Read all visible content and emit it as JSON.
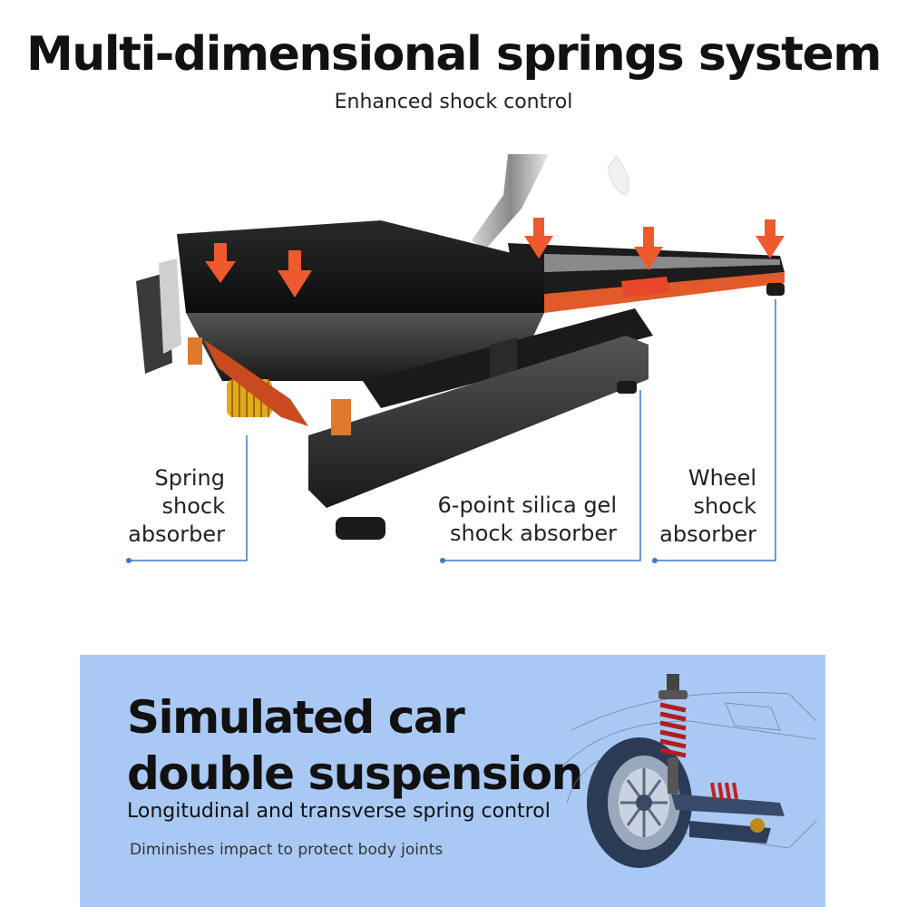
{
  "header": {
    "title": "Multi-dimensional springs system",
    "subtitle": "Enhanced shock control"
  },
  "callouts": {
    "spring": [
      "Spring",
      "shock",
      "absorber"
    ],
    "silica": [
      "6-point silica gel",
      "shock absorber"
    ],
    "wheel": [
      "Wheel",
      "shock",
      "absorber"
    ]
  },
  "panel": {
    "title_line1": "Simulated car",
    "title_line2": "double suspension",
    "subtitle": "Longitudinal and transverse spring control",
    "note": "Diminishes impact to protect body joints"
  },
  "colors": {
    "arrow": "#ef5a2d",
    "leader": "#3a78c8",
    "panel_bg": "#a9c9f4",
    "spring_yellow": "#e2a91a",
    "spring_red": "#b01e1e"
  },
  "icons": [
    "down-arrow-icon",
    "treadmill-illustration",
    "car-suspension-illustration"
  ]
}
